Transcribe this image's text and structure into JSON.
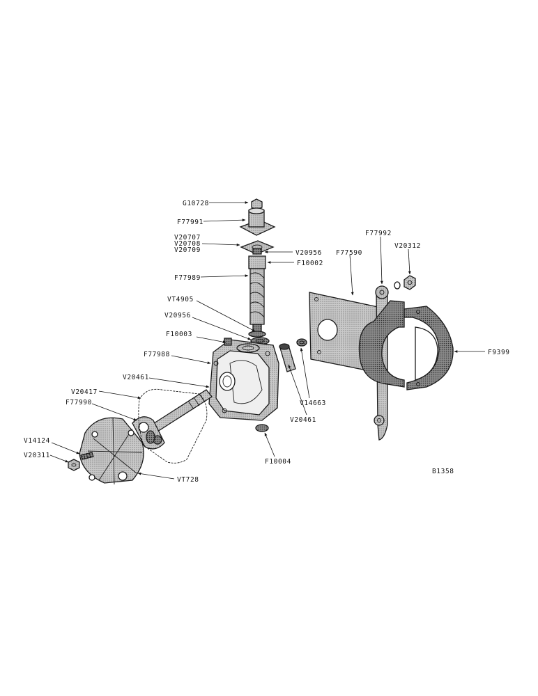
{
  "labels": {
    "g10728": "G10728",
    "f77991": "F77991",
    "v20707": "V20707",
    "v20708": "V20708",
    "v20709": "V20709",
    "v20956_top": "V20956",
    "f10002": "F10002",
    "f77989": "F77989",
    "vt4905": "VT4905",
    "v20956_mid": "V20956",
    "f10003": "F10003",
    "f77988": "F77988",
    "v20461_left": "V20461",
    "v20417": "V20417",
    "f77990": "F77990",
    "v14124": "V14124",
    "v20311": "V20311",
    "vt728": "VT728",
    "f10004": "F10004",
    "v20461_right": "V20461",
    "v14663": "V14663",
    "f77590": "F77590",
    "f77992": "F77992",
    "v20312": "V20312",
    "f9399": "F9399",
    "drawing_number": "B1358"
  }
}
